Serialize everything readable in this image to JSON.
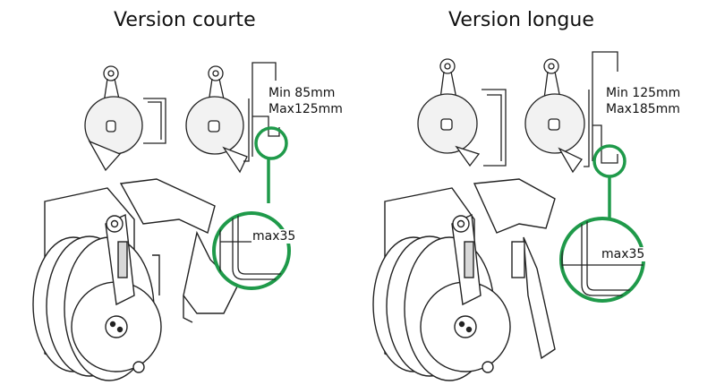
{
  "left": {
    "title": "Version courte",
    "spec_min": "Min 85mm",
    "spec_max": "Max125mm",
    "callout_label": "max35"
  },
  "right": {
    "title": "Version longue",
    "spec_min": "Min 125mm",
    "spec_max": "Max185mm",
    "callout_label": "max35"
  },
  "colors": {
    "callout_green": "#1f9a4a",
    "line": "#222222",
    "fill_light": "#f2f2f2",
    "fill_mid": "#d8d8d8"
  },
  "icons": [
    "mount-bracket-icon",
    "reel-body-icon",
    "magnifier-callout-icon"
  ]
}
